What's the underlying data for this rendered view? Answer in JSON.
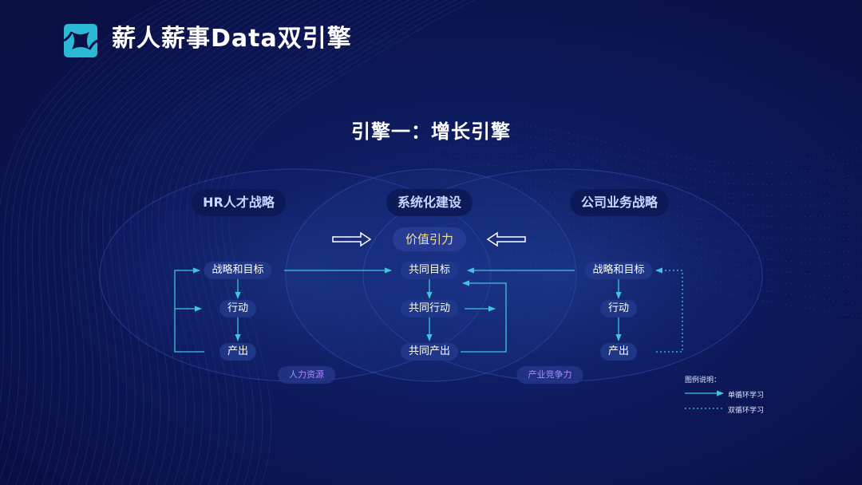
{
  "header": {
    "title": "薪人薪事Data双引擎"
  },
  "diagram": {
    "subtitle": "引擎一：增长引擎",
    "left": {
      "title": "HR人才战略",
      "nodes": [
        "战略和目标",
        "行动",
        "产出"
      ],
      "tag": "人力资源"
    },
    "center": {
      "title": "系统化建设",
      "core": "价值引力",
      "nodes": [
        "共同目标",
        "共同行动",
        "共同产出"
      ]
    },
    "right": {
      "title": "公司业务战略",
      "nodes": [
        "战略和目标",
        "行动",
        "产出"
      ],
      "tag": "产业竞争力"
    }
  },
  "legend": {
    "title": "图例说明：",
    "single_loop": "单循环学习",
    "double_loop": "双循环学习"
  },
  "colors": {
    "accent": "#3ec6e0",
    "background": "#0a1046",
    "core_text": "#ffe08a",
    "tag_text": "#a78cff"
  }
}
